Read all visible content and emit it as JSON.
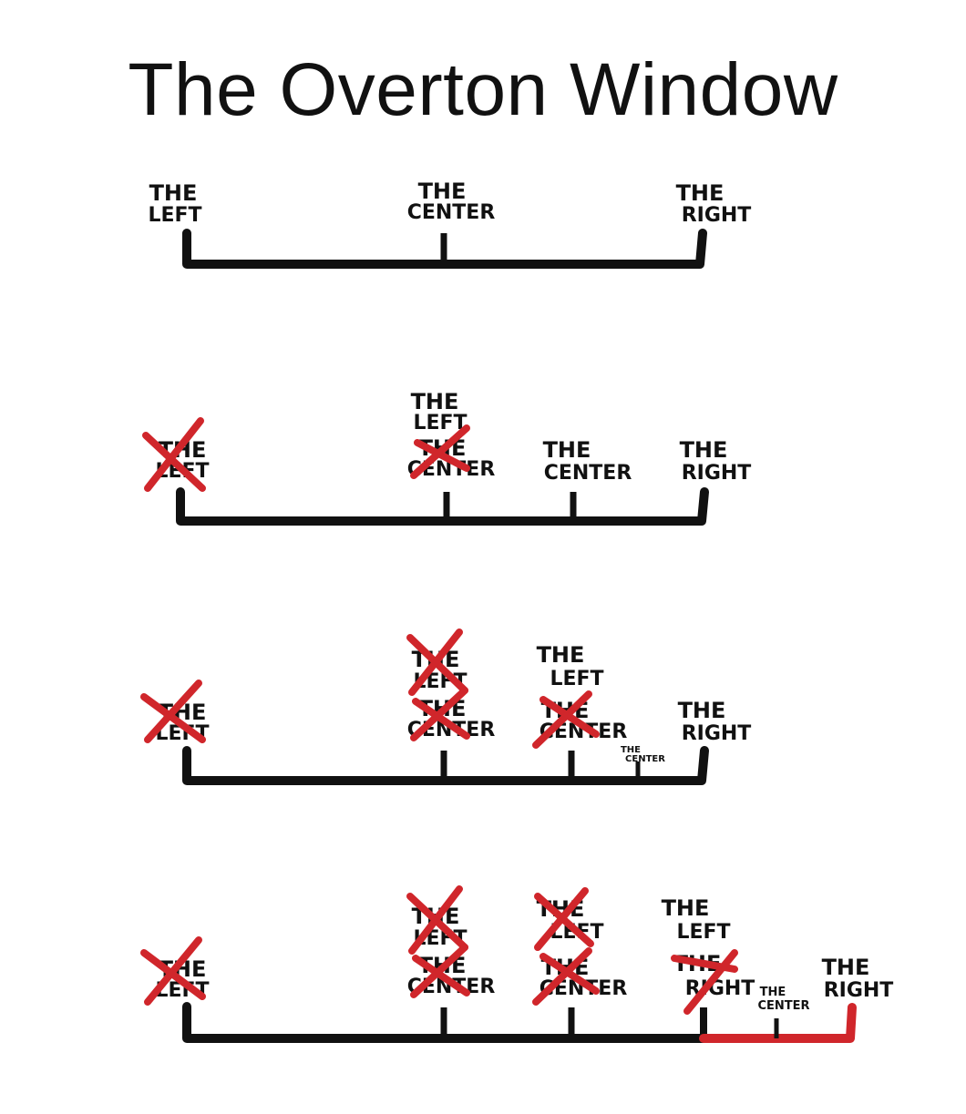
{
  "title": "The Overton Window",
  "colors": {
    "ink": "#111111",
    "cross": "#d0262b",
    "shift": "#d0262b"
  },
  "labels": {
    "the": "THE",
    "left": "LEFT",
    "center": "CENTER",
    "right": "RIGHT"
  },
  "rows": [
    {
      "id": "row-1",
      "markers": [
        {
          "label": [
            "THE",
            "LEFT"
          ],
          "crossed": false
        },
        {
          "label": [
            "THE",
            "CENTER"
          ],
          "crossed": false
        },
        {
          "label": [
            "THE",
            "RIGHT"
          ],
          "crossed": false
        }
      ]
    },
    {
      "id": "row-2",
      "markers": [
        {
          "label": [
            "THE",
            "LEFT"
          ],
          "crossed": true
        },
        {
          "label": [
            "THE",
            "CENTER"
          ],
          "crossed": true,
          "relabel": [
            "THE",
            "LEFT"
          ]
        },
        {
          "label": [
            "THE",
            "CENTER"
          ],
          "crossed": false
        },
        {
          "label": [
            "THE",
            "RIGHT"
          ],
          "crossed": false
        }
      ]
    },
    {
      "id": "row-3",
      "markers": [
        {
          "label": [
            "THE",
            "LEFT"
          ],
          "crossed": true
        },
        {
          "label": [
            "THE",
            "CENTER"
          ],
          "crossed": true,
          "relabel": [
            "THE",
            "LEFT"
          ],
          "relabel_crossed": true
        },
        {
          "label": [
            "THE",
            "CENTER"
          ],
          "crossed": true,
          "relabel": [
            "THE",
            "LEFT"
          ]
        },
        {
          "label": [
            "THE",
            "CENTER"
          ],
          "crossed": false,
          "small": true
        },
        {
          "label": [
            "THE",
            "RIGHT"
          ],
          "crossed": false
        }
      ]
    },
    {
      "id": "row-4",
      "markers": [
        {
          "label": [
            "THE",
            "LEFT"
          ],
          "crossed": true
        },
        {
          "label": [
            "THE",
            "CENTER"
          ],
          "crossed": true,
          "relabel": [
            "THE",
            "LEFT"
          ],
          "relabel_crossed": true
        },
        {
          "label": [
            "THE",
            "CENTER"
          ],
          "crossed": true,
          "relabel": [
            "THE",
            "LEFT"
          ],
          "relabel_crossed": true
        },
        {
          "label": [
            "THE",
            "RIGHT"
          ],
          "crossed": true,
          "relabel": [
            "THE",
            "LEFT"
          ]
        },
        {
          "label": [
            "THE",
            "CENTER"
          ],
          "crossed": false,
          "small": true
        },
        {
          "label": [
            "THE",
            "RIGHT"
          ],
          "crossed": false
        }
      ]
    }
  ]
}
